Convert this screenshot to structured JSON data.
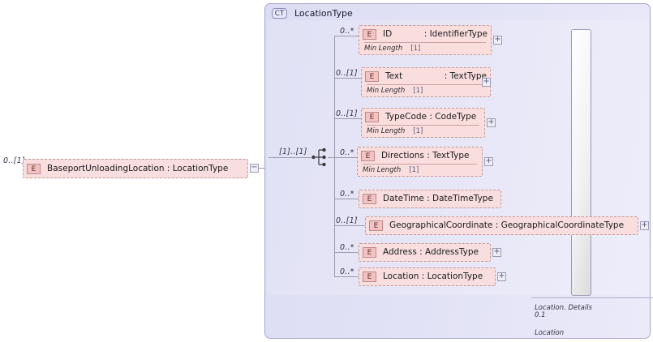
{
  "root_element": {
    "cardinality": "0..[1]",
    "badge": "E",
    "name": "BaseportUnloadingLocation",
    "separator": " : ",
    "type": "LocationType",
    "collapse_symbol": "−"
  },
  "complex_type": {
    "badge": "CT",
    "title": "LocationType",
    "group_cardinality": "[1]..[1]",
    "group_kind": "sequence"
  },
  "annotation_occurrence": "[1]",
  "min_length_label": "Min Length",
  "expand_symbol": "+",
  "children": [
    {
      "cardinality": "0..*",
      "badge": "E",
      "name": "ID",
      "separator": " : ",
      "type": "IdentifierType",
      "facet": "Min Length",
      "facet_occurrence": "[1]",
      "has_expand": true
    },
    {
      "cardinality": "0..[1]",
      "badge": "E",
      "name": "Text",
      "separator": " : ",
      "type": "TextType",
      "facet": "Min Length",
      "facet_occurrence": "[1]",
      "has_expand": true
    },
    {
      "cardinality": "0..[1]",
      "badge": "E",
      "name": "TypeCode",
      "separator": " : ",
      "type": "CodeType",
      "facet": "Min Length",
      "facet_occurrence": "[1]",
      "has_expand": true
    },
    {
      "cardinality": "0..*",
      "badge": "E",
      "name": "Directions",
      "separator": " : ",
      "type": "TextType",
      "facet": "Min Length",
      "facet_occurrence": "[1]",
      "has_expand": true
    },
    {
      "cardinality": "0..*",
      "badge": "E",
      "name": "DateTime",
      "separator": " : ",
      "type": "DateTimeType",
      "facet": null,
      "facet_occurrence": null,
      "has_expand": false
    },
    {
      "cardinality": "0..[1]",
      "badge": "E",
      "name": "GeographicalCoordinate",
      "separator": " : ",
      "type": "GeographicalCoordinateType",
      "facet": null,
      "facet_occurrence": null,
      "has_expand": true
    },
    {
      "cardinality": "0..*",
      "badge": "E",
      "name": "Address",
      "separator": " : ",
      "type": "AddressType",
      "facet": null,
      "facet_occurrence": null,
      "has_expand": true
    },
    {
      "cardinality": "0..*",
      "badge": "E",
      "name": "Location",
      "separator": " : ",
      "type": "LocationType",
      "facet": null,
      "facet_occurrence": null,
      "has_expand": true
    }
  ],
  "footer": {
    "line1": "Location. Details",
    "line2": "0.1",
    "line3": "Location"
  },
  "colors": {
    "element_fill": "#f8dede",
    "element_border": "#c49a9a",
    "badge_fill": "#f3c2c2",
    "container_fill": "#e0e0f5",
    "container_border": "#a8a8cc",
    "connector": "#9a9ab0"
  }
}
